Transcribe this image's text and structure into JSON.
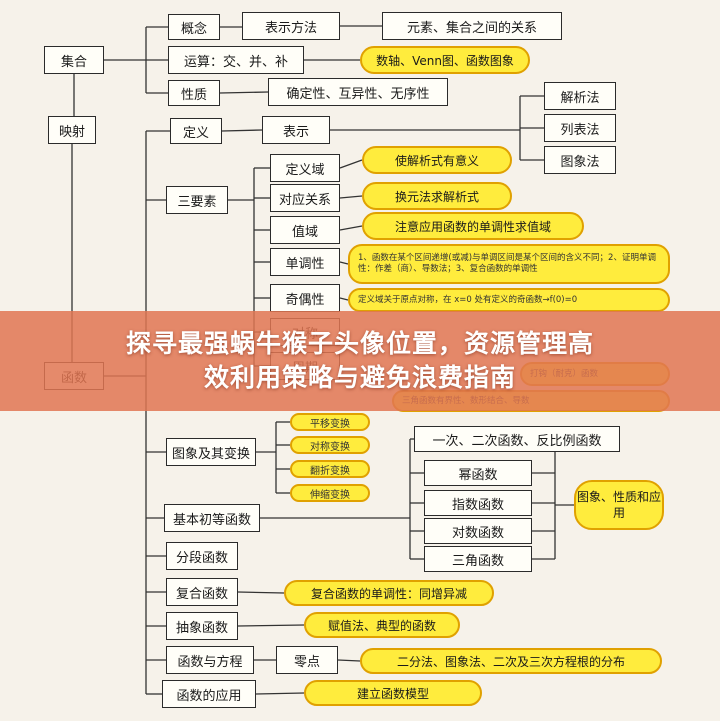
{
  "diagram": {
    "nodes": [
      {
        "id": "jihe",
        "text": "集合",
        "kind": "box"
      },
      {
        "id": "yingshe",
        "text": "映射",
        "kind": "box"
      },
      {
        "id": "hanshu",
        "text": "函数",
        "kind": "box"
      },
      {
        "id": "gainian",
        "text": "概念",
        "kind": "box"
      },
      {
        "id": "biaoshifangfa",
        "text": "表示方法",
        "kind": "box"
      },
      {
        "id": "yuansu",
        "text": "元素、集合之间的关系",
        "kind": "box"
      },
      {
        "id": "yunsuan",
        "text": "运算：交、并、补",
        "kind": "box"
      },
      {
        "id": "shuzhou",
        "text": "数轴、Venn图、函数图象",
        "kind": "pill"
      },
      {
        "id": "xingzhi",
        "text": "性质",
        "kind": "box"
      },
      {
        "id": "quedingxing",
        "text": "确定性、互异性、无序性",
        "kind": "box"
      },
      {
        "id": "dingyi",
        "text": "定义",
        "kind": "box"
      },
      {
        "id": "biaoshi",
        "text": "表示",
        "kind": "box"
      },
      {
        "id": "jiexifa",
        "text": "解析法",
        "kind": "box"
      },
      {
        "id": "liebiaofa",
        "text": "列表法",
        "kind": "box"
      },
      {
        "id": "tuxiangfa",
        "text": "图象法",
        "kind": "box"
      },
      {
        "id": "sanyaosu",
        "text": "三要素",
        "kind": "box"
      },
      {
        "id": "dingyiyu",
        "text": "定义域",
        "kind": "box"
      },
      {
        "id": "duiyingguanxi",
        "text": "对应关系",
        "kind": "box"
      },
      {
        "id": "zhiyu",
        "text": "值域",
        "kind": "box"
      },
      {
        "id": "p_dingyiyu",
        "text": "使解析式有意义",
        "kind": "pill"
      },
      {
        "id": "p_huanyuan",
        "text": "换元法求解析式",
        "kind": "pill"
      },
      {
        "id": "p_zhiyu",
        "text": "注意应用函数的单调性求值域",
        "kind": "pill"
      },
      {
        "id": "dandiaoxing",
        "text": "单调性",
        "kind": "box"
      },
      {
        "id": "p_dandiao",
        "text": "1、函数在某个区间递增(或减)与单调区间是某个区间的含义不同；2、证明单调性：作差（商）、导数法；3、复合函数的单调性",
        "kind": "pill"
      },
      {
        "id": "qioudxing",
        "text": "奇偶性",
        "kind": "box"
      },
      {
        "id": "p_qiou",
        "text": "定义域关于原点对称，在 x=0 处有定义的奇函数→f(0)=0",
        "kind": "pill"
      },
      {
        "id": "duichenxing_part",
        "text": "对称",
        "kind": "box"
      },
      {
        "id": "zhouqixing_part",
        "text": "周期",
        "kind": "box"
      },
      {
        "id": "p_hidden",
        "text": "打钩（耐克）函数",
        "kind": "pill"
      },
      {
        "id": "p_sanjiao",
        "text": "三角函数有界性、数形结合、导数",
        "kind": "pill"
      },
      {
        "id": "tuxiangbianhuan",
        "text": "图象及其变换",
        "kind": "box"
      },
      {
        "id": "pingyi",
        "text": "平移变换",
        "kind": "pill"
      },
      {
        "id": "duicheng",
        "text": "对称变换",
        "kind": "pill"
      },
      {
        "id": "fanzhe",
        "text": "翻折变换",
        "kind": "pill"
      },
      {
        "id": "shensuo",
        "text": "伸缩变换",
        "kind": "pill"
      },
      {
        "id": "jibenchudeng",
        "text": "基本初等函数",
        "kind": "box"
      },
      {
        "id": "yici",
        "text": "一次、二次函数、反比例函数",
        "kind": "box"
      },
      {
        "id": "mihanshu",
        "text": "幂函数",
        "kind": "box"
      },
      {
        "id": "zhishu",
        "text": "指数函数",
        "kind": "box"
      },
      {
        "id": "duishu",
        "text": "对数函数",
        "kind": "box"
      },
      {
        "id": "sanjiao",
        "text": "三角函数",
        "kind": "box"
      },
      {
        "id": "tuxiangxingzhi",
        "text": "图象、性质和应用",
        "kind": "box"
      },
      {
        "id": "fenduan",
        "text": "分段函数",
        "kind": "box"
      },
      {
        "id": "fuhe",
        "text": "复合函数",
        "kind": "box"
      },
      {
        "id": "p_fuhe",
        "text": "复合函数的单调性：同增异减",
        "kind": "pill"
      },
      {
        "id": "chouxiang",
        "text": "抽象函数",
        "kind": "box"
      },
      {
        "id": "p_chouxiang",
        "text": "赋值法、典型的函数",
        "kind": "pill"
      },
      {
        "id": "fangcheng",
        "text": "函数与方程",
        "kind": "box"
      },
      {
        "id": "lingdian",
        "text": "零点",
        "kind": "box"
      },
      {
        "id": "p_lingdian",
        "text": "二分法、图象法、二次及三次方程根的分布",
        "kind": "pill"
      },
      {
        "id": "yingyong",
        "text": "函数的应用",
        "kind": "box"
      },
      {
        "id": "p_yingyong",
        "text": "建立函数模型",
        "kind": "pill"
      }
    ]
  },
  "overlay": {
    "line1": "探寻最强蜗牛猴子头像位置，资源管理高",
    "line2": "效利用策略与避免浪费指南",
    "color": "#e07652"
  },
  "colors": {
    "pill_fill": "#ffec3d",
    "pill_border": "#e0a100",
    "box_border": "#2b2b2b",
    "line": "#333333"
  }
}
